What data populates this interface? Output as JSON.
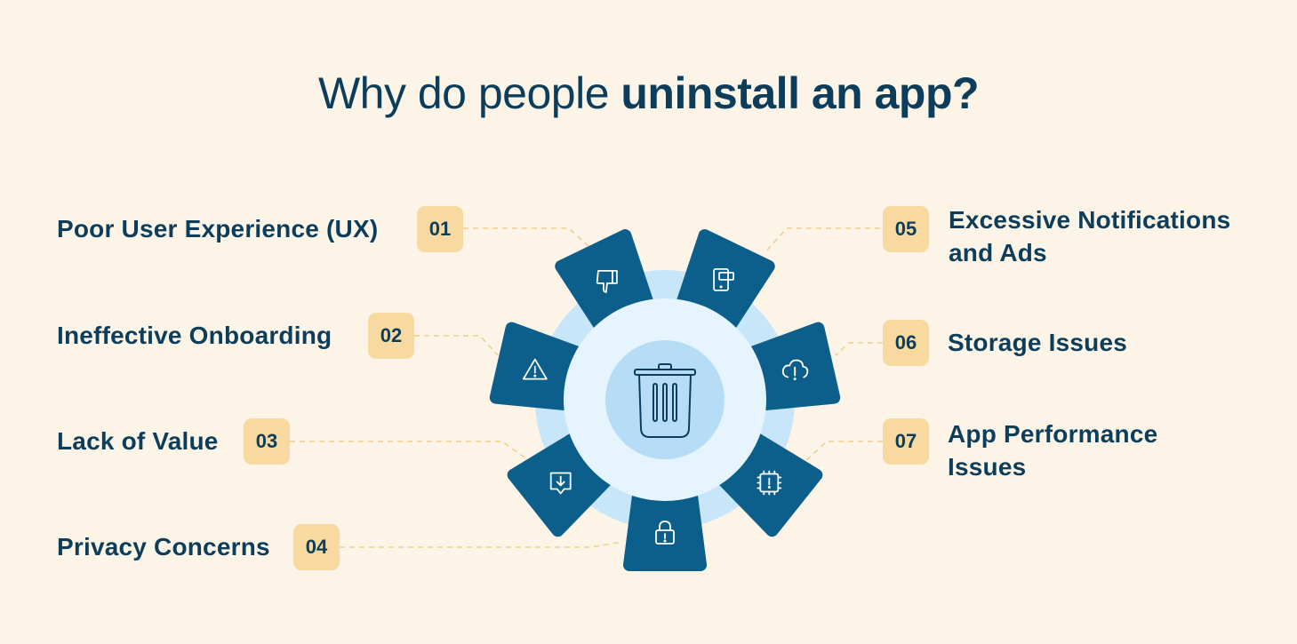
{
  "title": {
    "regular": "Why do people ",
    "bold": "uninstall an app?"
  },
  "colors": {
    "background": "#fdf4e8",
    "petal": "#0b5f8a",
    "ring_outer": "#c7e6f9",
    "ring_inner": "#e5f4fd",
    "core": "#b7ddf6",
    "badge": "#f8d99f",
    "connector": "#f0cf8a",
    "text": "#0c3e5c"
  },
  "center_icon": "trash-can-icon",
  "reasons": [
    {
      "num": "01",
      "label": "Poor User Experience (UX)",
      "icon": "thumbs-down-icon"
    },
    {
      "num": "02",
      "label": "Ineffective Onboarding",
      "icon": "warning-triangle-icon"
    },
    {
      "num": "03",
      "label": "Lack of Value",
      "icon": "download-message-icon"
    },
    {
      "num": "04",
      "label": "Privacy Concerns",
      "icon": "lock-alert-icon"
    },
    {
      "num": "05",
      "label": "Excessive Notifications and Ads",
      "icon": "phone-notification-icon"
    },
    {
      "num": "06",
      "label": "Storage Issues",
      "icon": "cloud-alert-icon"
    },
    {
      "num": "07",
      "label": "App Performance Issues",
      "icon": "chip-alert-icon"
    }
  ]
}
